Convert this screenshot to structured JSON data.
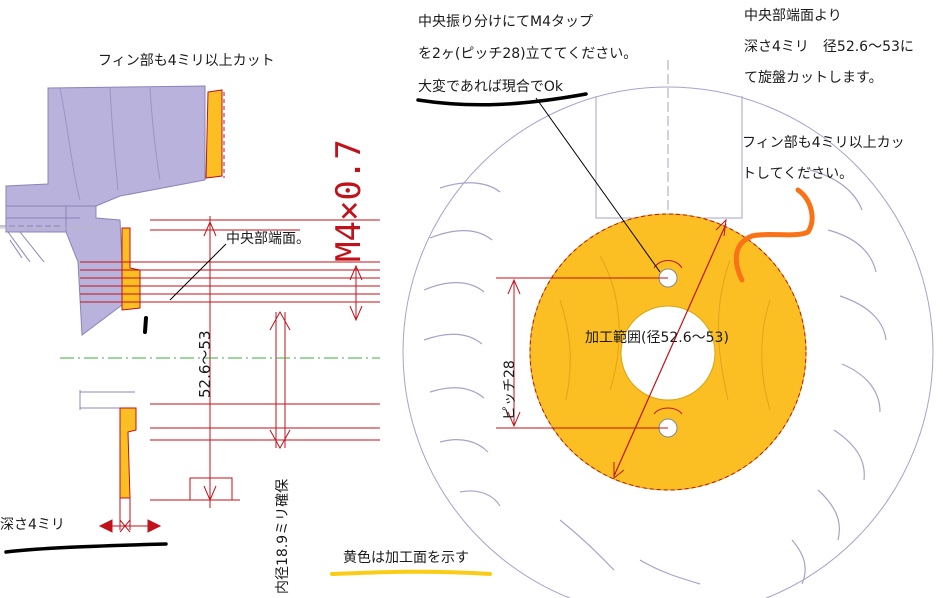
{
  "notes": {
    "fin_cut_left": "フィン部も4ミリ以上カット",
    "center_face": "中央部端面。",
    "depth": "深さ4ミリ",
    "yellow_legend": "黄色は加工面を示す",
    "tap_line1": "中央振り分けにてM4タップ",
    "tap_line2": "を2ヶ(ピッチ28)立ててください。",
    "tap_line3": "大変であれば現合でOk",
    "lathe_line1": "中央部端面より",
    "lathe_line2": "深さ4ミリ　径52.6～53に",
    "lathe_line3": "て旋盤カットします。",
    "fin_cut_right1": "フィン部も4ミリ以上カッ",
    "fin_cut_right2": "トしてください。",
    "machining_range": "加工範囲(径52.6～53)"
  },
  "dimensions": {
    "diameter_range": "52.6～53",
    "inner_diameter": "内径18.9ミリ確保",
    "thread": "M4×0.7",
    "pitch": "ピッチ28"
  },
  "colors": {
    "machined": "#fbbf24",
    "part_body": "#b9b2dc",
    "dimension": "#c0121a",
    "marker_black": "#000000",
    "marker_orange": "#f97316",
    "marker_yellow": "#facc15"
  }
}
